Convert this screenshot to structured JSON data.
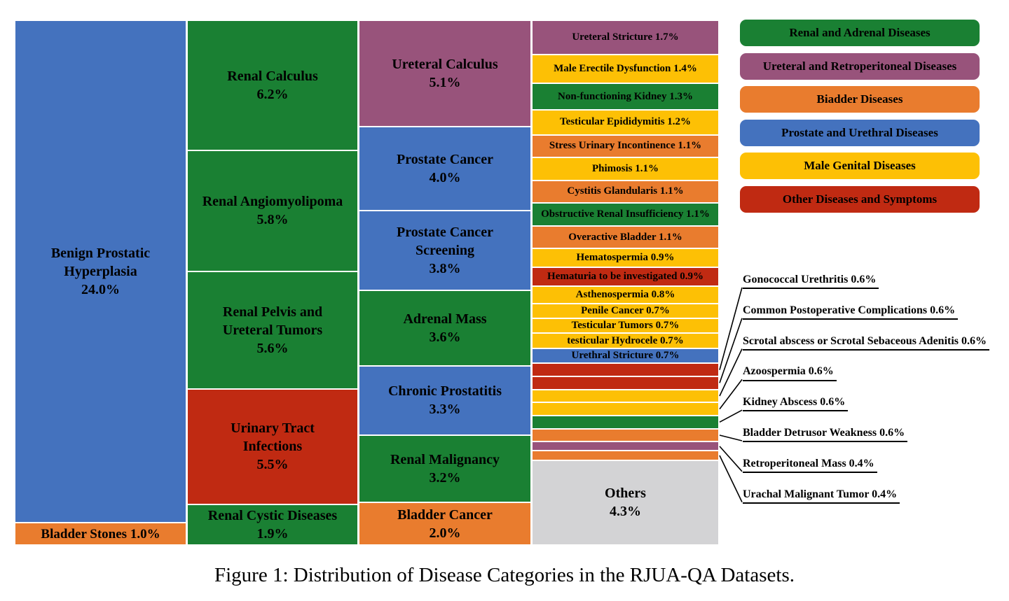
{
  "caption": "Figure 1: Distribution of Disease Categories in the RJUA-QA Datasets.",
  "chart_data": {
    "type": "treemap",
    "title": "Distribution of Disease Categories in the RJUA-QA Datasets",
    "value_unit": "%",
    "colors": {
      "renal": "#1a8033",
      "ureteral": "#98537b",
      "bladder": "#e97c2e",
      "prostate": "#4472be",
      "genital": "#fdc005",
      "other": "#c02a12",
      "others": "#d3d3d5"
    },
    "legend": [
      {
        "label": "Renal and Adrenal Diseases",
        "category": "renal"
      },
      {
        "label": "Ureteral and Retroperitoneal Diseases",
        "category": "ureteral"
      },
      {
        "label": "Biadder Diseases",
        "category": "bladder"
      },
      {
        "label": "Prostate and Urethral Diseases",
        "category": "prostate"
      },
      {
        "label": "Male Genital Diseases",
        "category": "genital"
      },
      {
        "label": "Other Diseases and Symptoms",
        "category": "other"
      }
    ],
    "columns": [
      [
        {
          "label": "Benign Prostatic\nHyperplasia",
          "value": 24.0,
          "category": "prostate"
        },
        {
          "label": "Bladder Stones",
          "value": 1.0,
          "category": "bladder"
        }
      ],
      [
        {
          "label": "Renal Calculus",
          "value": 6.2,
          "category": "renal"
        },
        {
          "label": "Renal Angiomyolipoma",
          "value": 5.8,
          "category": "renal"
        },
        {
          "label": "Renal Pelvis and\nUreteral Tumors",
          "value": 5.6,
          "category": "renal"
        },
        {
          "label": "Urinary Tract\nInfections",
          "value": 5.5,
          "category": "other"
        },
        {
          "label": "Renal Cystic Diseases",
          "value": 1.9,
          "category": "renal"
        }
      ],
      [
        {
          "label": "Ureteral Calculus",
          "value": 5.1,
          "category": "ureteral"
        },
        {
          "label": "Prostate Cancer",
          "value": 4.0,
          "category": "prostate"
        },
        {
          "label": "Prostate Cancer\nScreening",
          "value": 3.8,
          "category": "prostate"
        },
        {
          "label": "Adrenal Mass",
          "value": 3.6,
          "category": "renal"
        },
        {
          "label": "Chronic Prostatitis",
          "value": 3.3,
          "category": "prostate"
        },
        {
          "label": "Renal Malignancy",
          "value": 3.2,
          "category": "renal"
        },
        {
          "label": "Bladder Cancer",
          "value": 2.0,
          "category": "bladder"
        }
      ],
      [
        {
          "label": "Ureteral Stricture",
          "value": 1.7,
          "category": "ureteral"
        },
        {
          "label": "Male Erectile Dysfunction",
          "value": 1.4,
          "category": "genital"
        },
        {
          "label": "Non-functioning Kidney",
          "value": 1.3,
          "category": "renal"
        },
        {
          "label": "Testicular Epididymitis",
          "value": 1.2,
          "category": "genital"
        },
        {
          "label": "Stress Urinary Incontinence",
          "value": 1.1,
          "category": "bladder"
        },
        {
          "label": "Phimosis",
          "value": 1.1,
          "category": "genital"
        },
        {
          "label": "Cystitis Glandularis",
          "value": 1.1,
          "category": "bladder"
        },
        {
          "label": "Obstructive Renal Insufficiency",
          "value": 1.1,
          "category": "renal"
        },
        {
          "label": "Overactive Bladder",
          "value": 1.1,
          "category": "bladder"
        },
        {
          "label": "Hematospermia",
          "value": 0.9,
          "category": "genital"
        },
        {
          "label": "Hematuria to be investigated",
          "value": 0.9,
          "category": "other"
        },
        {
          "label": "Asthenospermia",
          "value": 0.8,
          "category": "genital"
        },
        {
          "label": "Penile Cancer",
          "value": 0.7,
          "category": "genital"
        },
        {
          "label": "Testicular Tumors",
          "value": 0.7,
          "category": "genital"
        },
        {
          "label": "testicular Hydrocele",
          "value": 0.7,
          "category": "genital"
        },
        {
          "label": "Urethral Stricture",
          "value": 0.7,
          "category": "prostate"
        },
        {
          "label": "Gonococcal Urethritis",
          "value": 0.6,
          "category": "other",
          "annotated": true
        },
        {
          "label": "Common Postoperative Complications",
          "value": 0.6,
          "category": "other",
          "annotated": true
        },
        {
          "label": "Scrotal abscess or Scrotal Sebaceous Adenitis",
          "value": 0.6,
          "category": "genital",
          "annotated": true
        },
        {
          "label": "Azoospermia",
          "value": 0.6,
          "category": "genital",
          "annotated": true
        },
        {
          "label": "Kidney Abscess",
          "value": 0.6,
          "category": "renal",
          "annotated": true
        },
        {
          "label": "Bladder Detrusor Weakness",
          "value": 0.6,
          "category": "bladder",
          "annotated": true
        },
        {
          "label": "Retroperitoneal Mass",
          "value": 0.4,
          "category": "ureteral",
          "annotated": true
        },
        {
          "label": "Urachal Malignant Tumor",
          "value": 0.4,
          "category": "bladder",
          "annotated": true
        },
        {
          "label": "Others",
          "value": 4.3,
          "category": "others"
        }
      ]
    ]
  }
}
